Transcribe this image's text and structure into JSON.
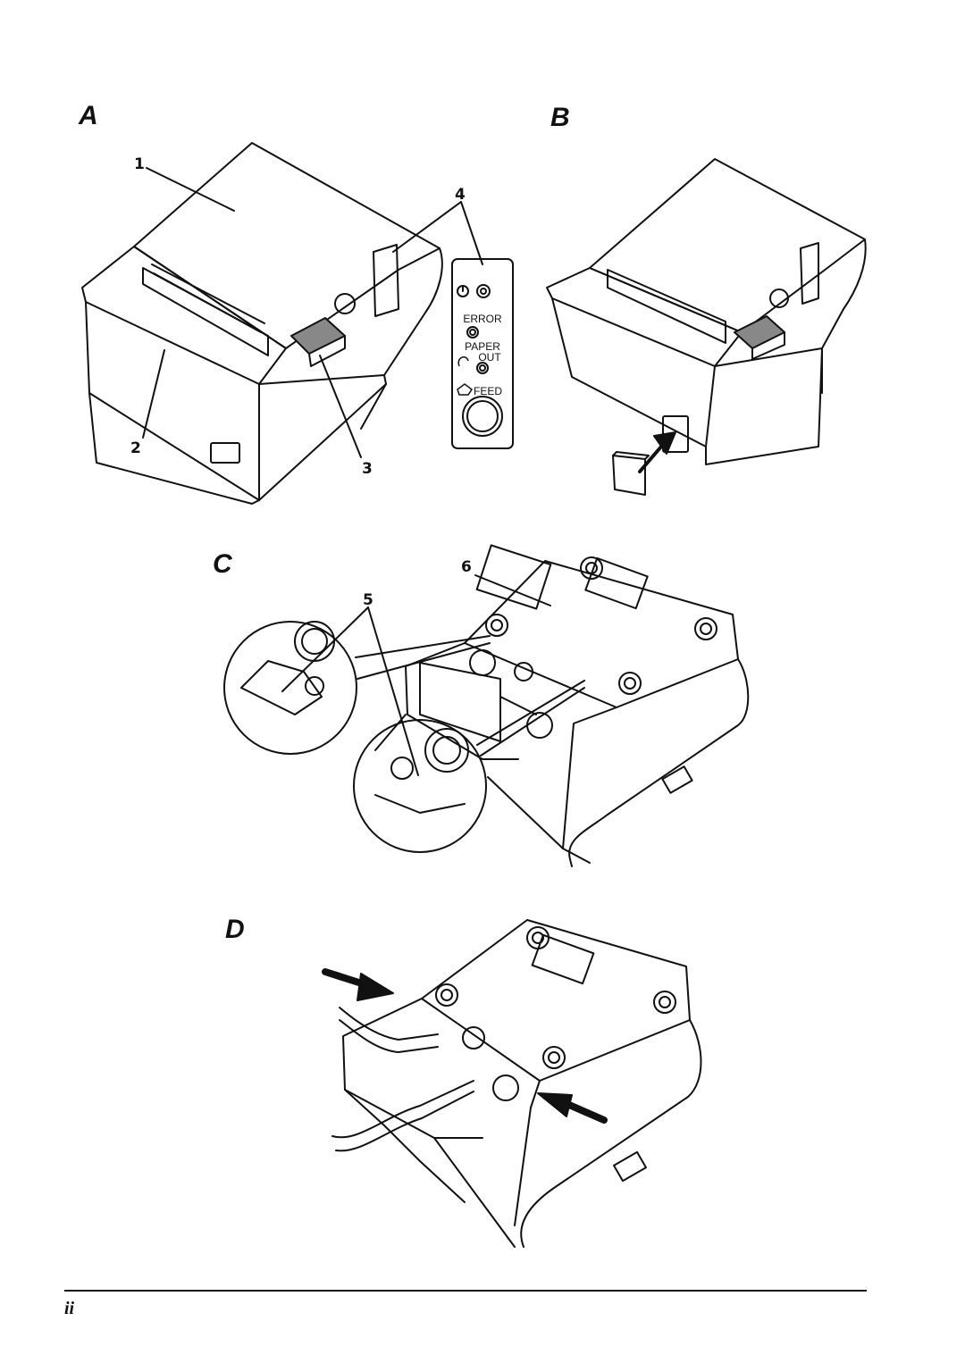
{
  "figures": {
    "a": "A",
    "b": "B",
    "c": "C",
    "d": "D"
  },
  "callouts": [
    "1",
    "2",
    "3",
    "4",
    "5",
    "6"
  ],
  "panel": {
    "error": "ERROR",
    "paper": "PAPER",
    "out": "OUT",
    "feed": "FEED"
  },
  "page_number": "ii",
  "icons": [
    "power-icon",
    "paper-out-icon",
    "feed-icon",
    "arrow-icon"
  ]
}
